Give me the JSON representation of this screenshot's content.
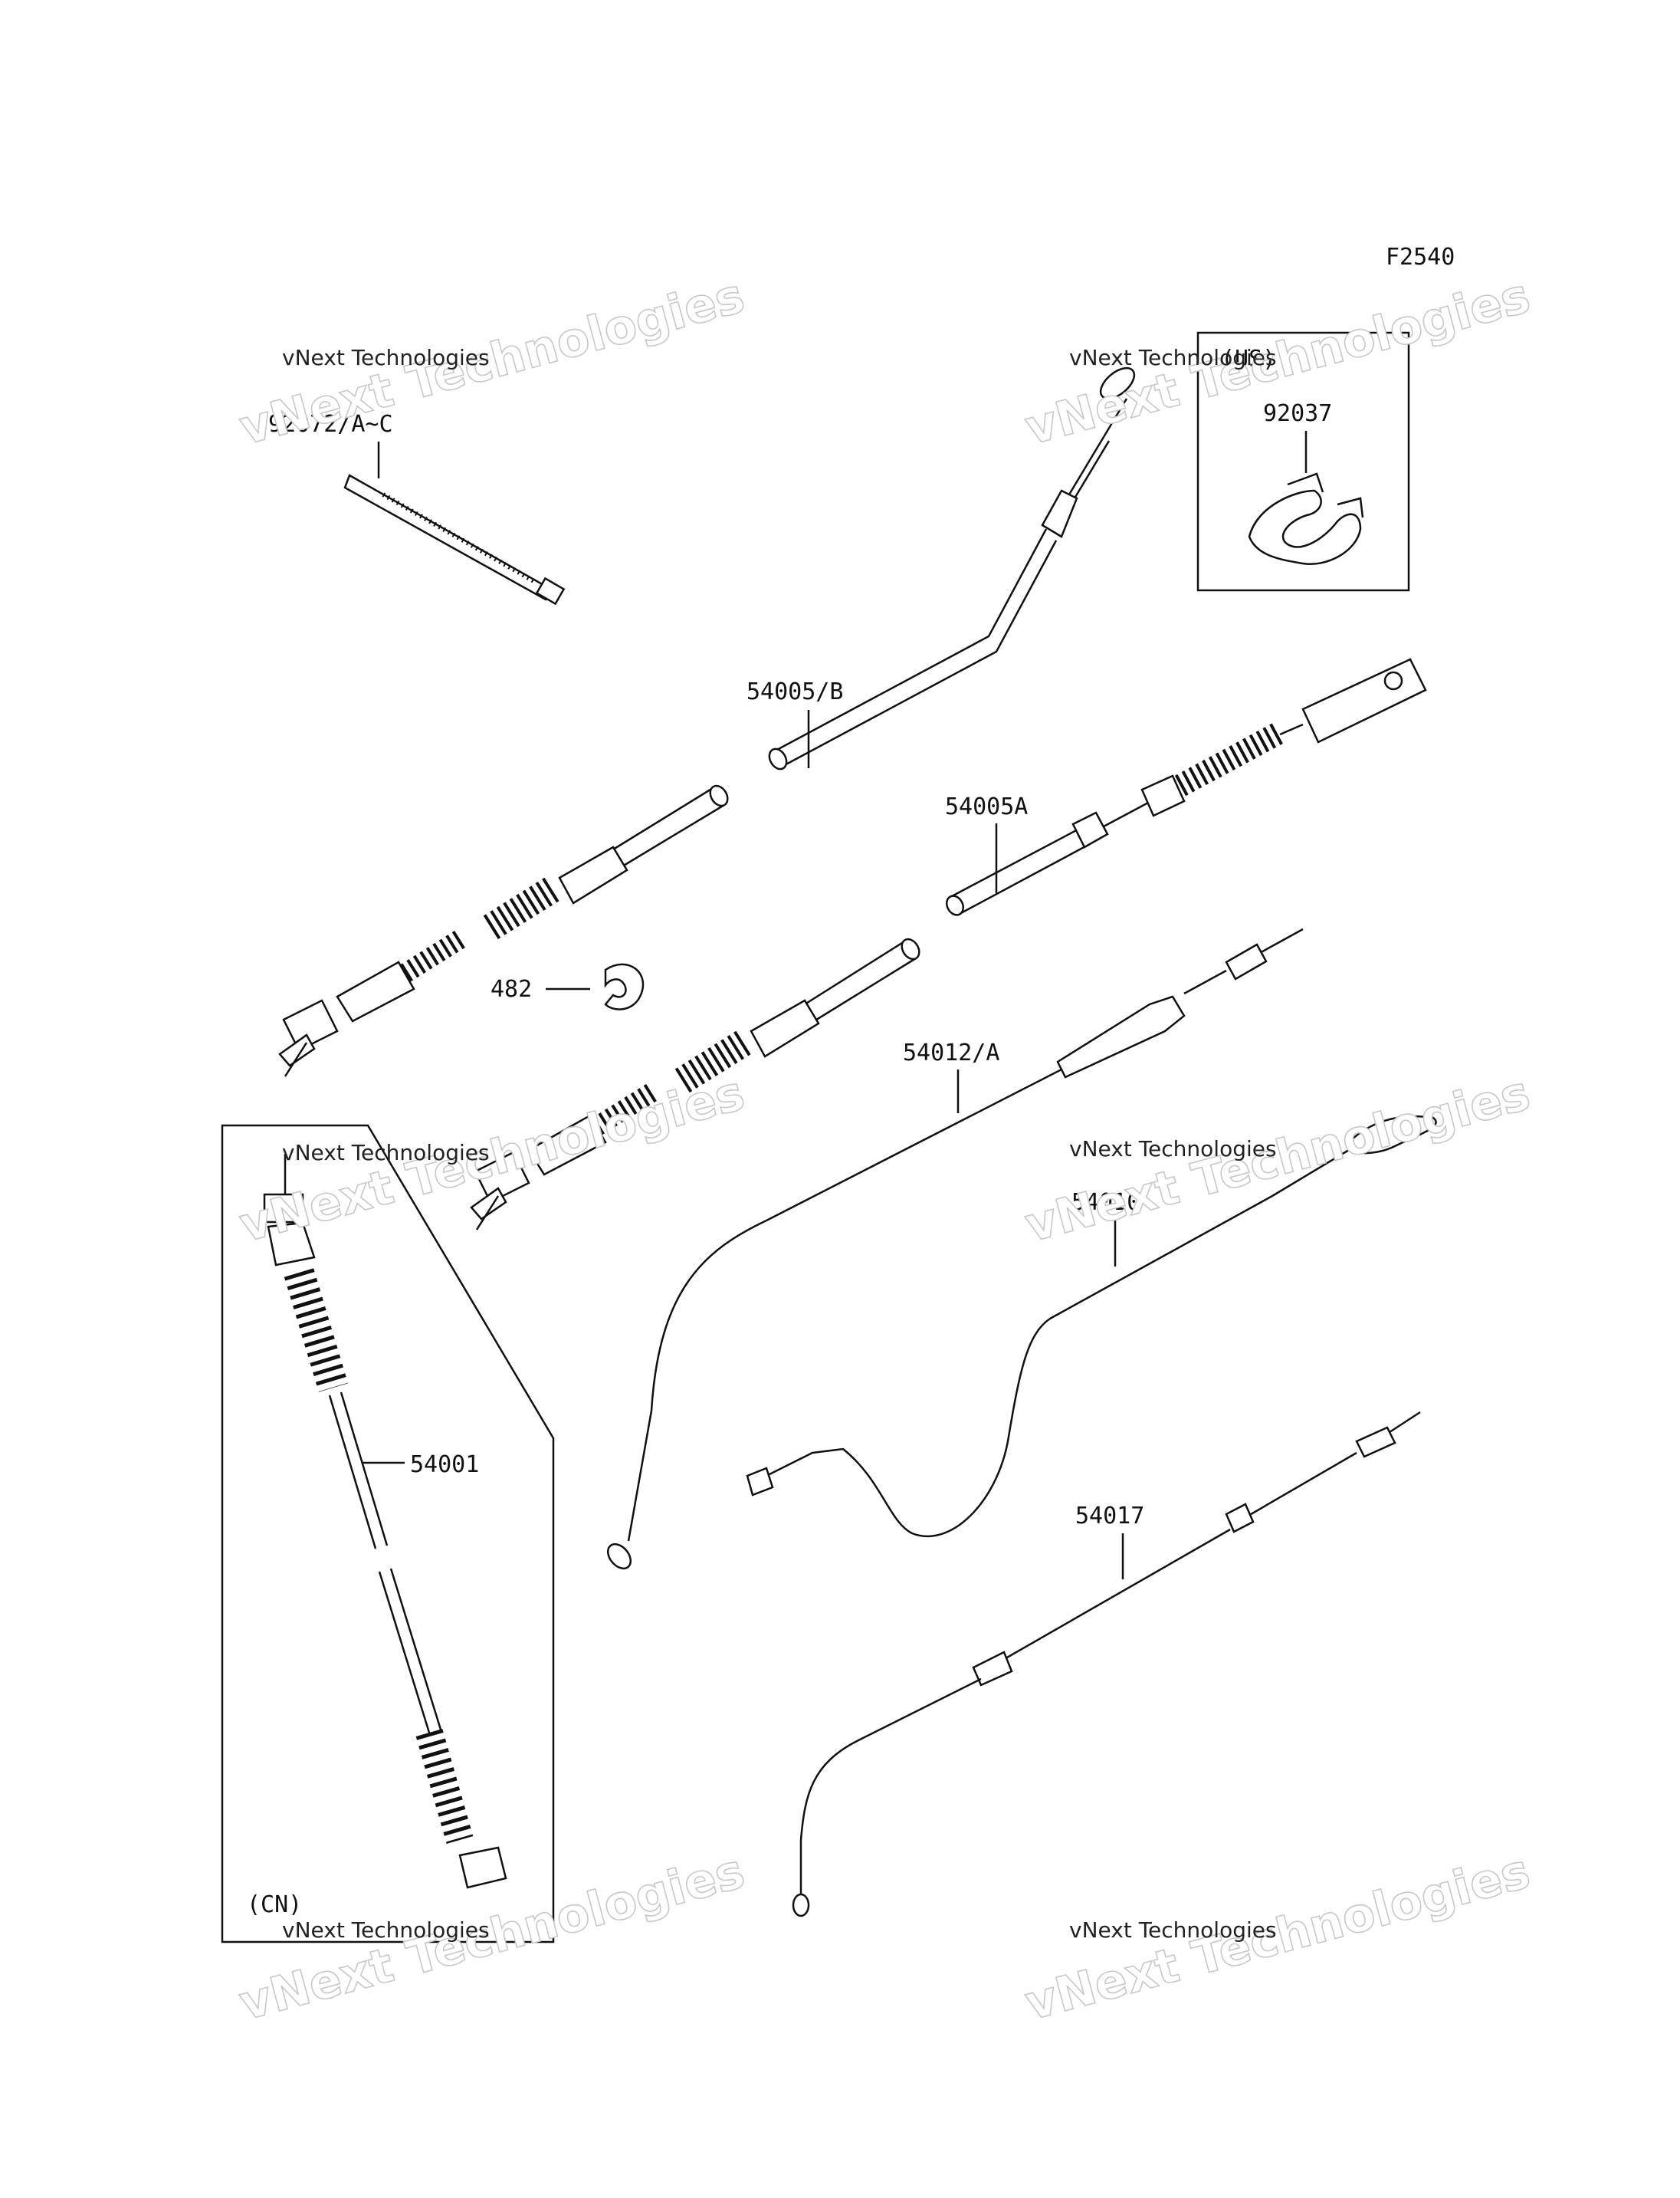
{
  "figure_code": "F2540",
  "labels": {
    "tie": "92072/A~C",
    "us_region": "(US)",
    "clamp": "92037",
    "cable_b": "54005/B",
    "cable_a": "54005A",
    "clip": "482",
    "throttle": "54012/A",
    "choke": "54010",
    "speedo": "54001",
    "clutch": "54017",
    "cn_region": "(CN)"
  },
  "watermark": {
    "small": "vNext Technologies",
    "big": "vNext Technologies"
  }
}
